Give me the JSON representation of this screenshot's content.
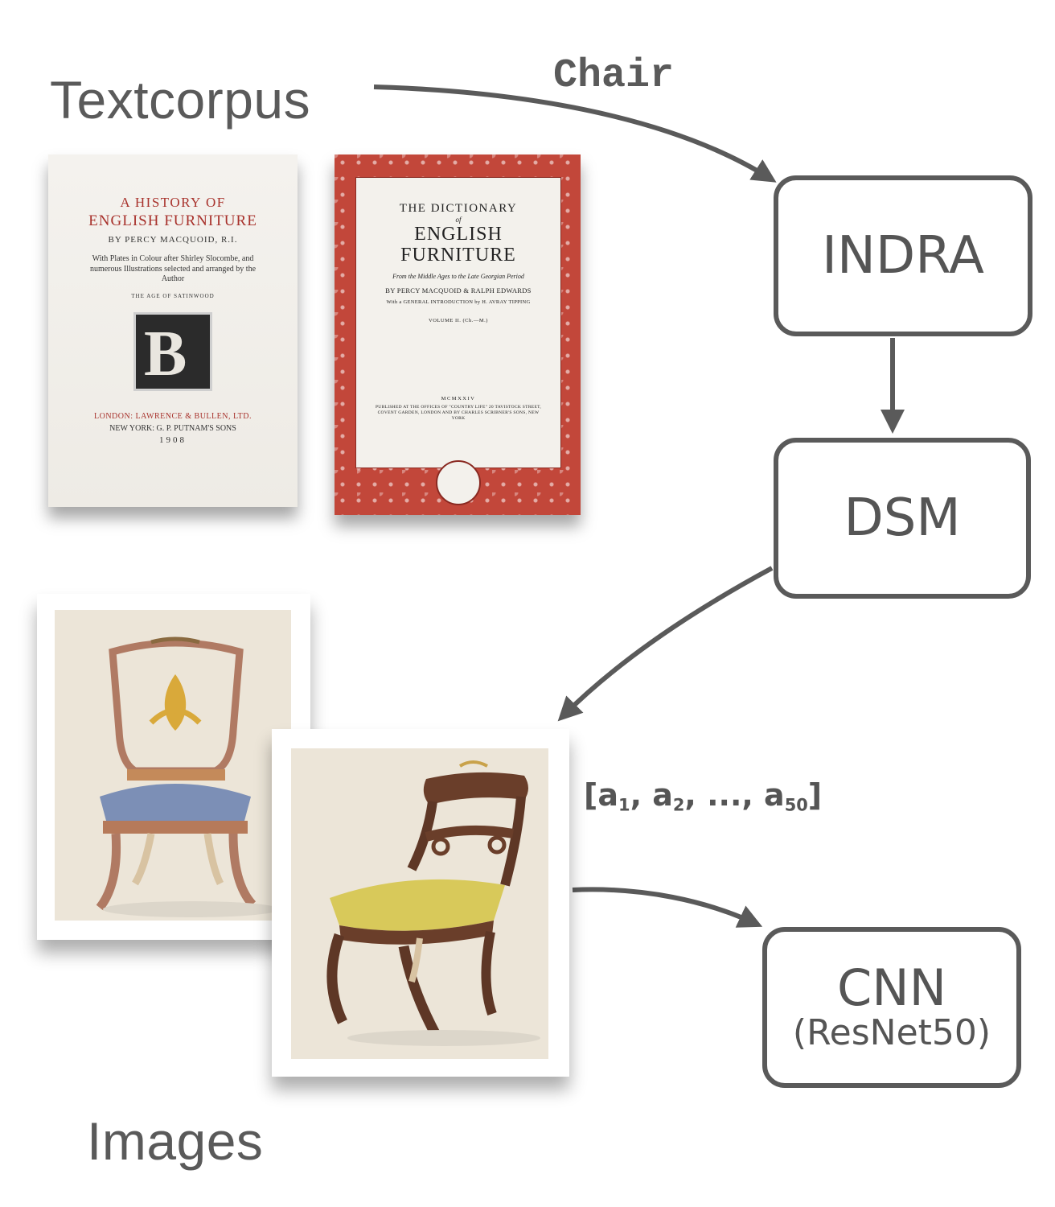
{
  "labels": {
    "textcorpus": "Textcorpus",
    "images": "Images",
    "chair_word": "Chair",
    "vector_prefix": "[a",
    "vector_sub1": "1",
    "vector_mid1": ", a",
    "vector_sub2": "2",
    "vector_mid2": ", ..., a",
    "vector_sub3": "50",
    "vector_suffix": "]"
  },
  "nodes": {
    "indra": "INDRA",
    "dsm": "DSM",
    "cnn": "CNN",
    "cnn_sub": "(ResNet50)"
  },
  "book1": {
    "line1": "A HISTORY OF",
    "line2": "ENGLISH FURNITURE",
    "line3": "BY PERCY MACQUOID, R.I.",
    "line4": "With Plates in Colour after Shirley Slocombe, and numerous Illustrations selected and arranged by the Author",
    "line5": "THE AGE OF SATINWOOD",
    "emblem_letter": "B",
    "line6": "LONDON: LAWRENCE & BULLEN, LTD.",
    "line7": "NEW YORK: G. P. PUTNAM'S SONS",
    "line8": "1908"
  },
  "book2": {
    "line1": "THE DICTIONARY",
    "line1b": "of",
    "line2a": "ENGLISH",
    "line2b": "FURNITURE",
    "line3": "From the Middle Ages to the Late Georgian Period",
    "line4": "BY PERCY MACQUOID & RALPH EDWARDS",
    "line5": "With a GENERAL INTRODUCTION by H. AVRAY TIPPING",
    "line6": "VOLUME II. (Ch.—M.)",
    "line7": "MCMXXIV",
    "line8": "PUBLISHED AT THE OFFICES OF \"COUNTRY LIFE\" 20 TAVISTOCK STREET, COVENT GARDEN, LONDON AND BY CHARLES SCRIBNER'S SONS, NEW YORK"
  },
  "colors": {
    "arrow": "#5a5a5a",
    "book2_border": "#c2473a"
  }
}
